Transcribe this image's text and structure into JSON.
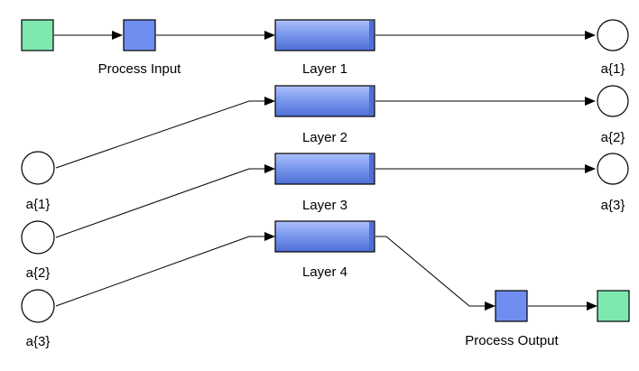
{
  "colors": {
    "io_block": "#7ee8b0",
    "process_block": "#6f8ef0",
    "layer_block": "#7b99ee",
    "layer_highlight": "#aec0fa",
    "layer_shadow": "#4e6ed6",
    "line": "#000000",
    "background": "#ffffff"
  },
  "blocks": {
    "process_input": {
      "label": "Process Input"
    },
    "process_output": {
      "label": "Process Output"
    },
    "layers": [
      {
        "label": "Layer 1"
      },
      {
        "label": "Layer 2"
      },
      {
        "label": "Layer 3"
      },
      {
        "label": "Layer 4"
      }
    ]
  },
  "outputs": [
    {
      "label": "a{1}"
    },
    {
      "label": "a{2}"
    },
    {
      "label": "a{3}"
    }
  ],
  "inputs": [
    {
      "label": "a{1}"
    },
    {
      "label": "a{2}"
    },
    {
      "label": "a{3}"
    }
  ]
}
